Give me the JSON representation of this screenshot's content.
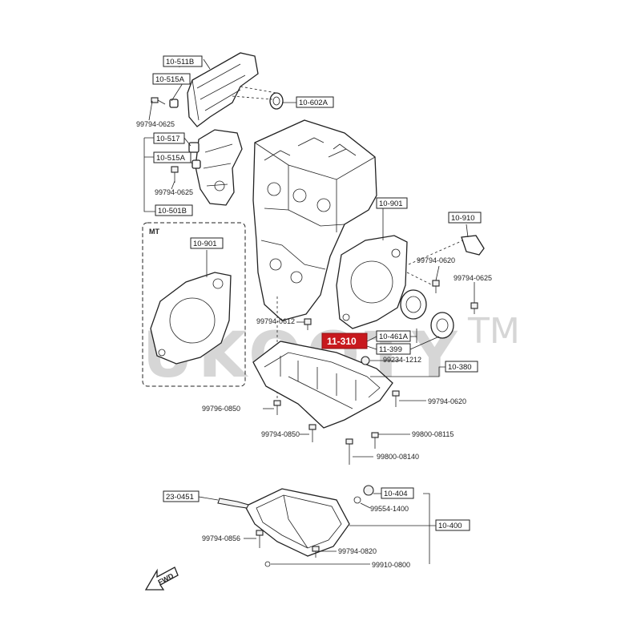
{
  "watermark": {
    "text": "UKOOTY",
    "tm": "TM"
  },
  "boxed_labels": {
    "b10_511B": "10-511B",
    "b10_515A_top": "10-515A",
    "b10_602A": "10-602A",
    "b10_517": "10-517",
    "b10_515A_mid": "10-515A",
    "b10_501B": "10-501B",
    "b10_901_right": "10-901",
    "b10_910": "10-910",
    "b10_901_mt": "10-901",
    "b10_461A": "10-461A",
    "b11_399": "11-399",
    "b10_380": "10-380",
    "b10_404": "10-404",
    "b23_0451": "23-0451",
    "b10_400": "10-400"
  },
  "highlight": {
    "label": "11-310",
    "color": "#c8191e"
  },
  "mt_label": "MT",
  "fwd_label": "FWD",
  "part_numbers": {
    "p99794_0625_a": "99794-0625",
    "p99794_0625_b": "99794-0625",
    "p99794_0620_a": "99794-0620",
    "p99794_0625_c": "99794-0625",
    "p99794_0612": "99794-0612",
    "p99234_1212": "99234-1212",
    "p99794_0620_b": "99794-0620",
    "p99796_0850": "99796-0850",
    "p99794_0850": "99794-0850",
    "p99800_08115": "99800-08115",
    "p99800_08140": "99800-08140",
    "p99554_1400": "99554-1400",
    "p99794_0856": "99794-0856",
    "p99794_0820": "99794-0820",
    "p99910_0800": "99910-0800"
  }
}
